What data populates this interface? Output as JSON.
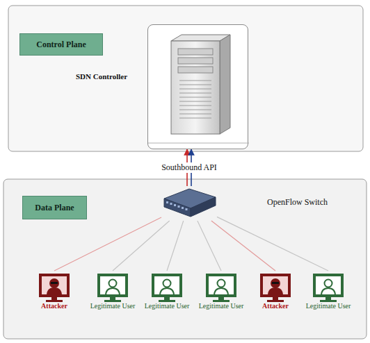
{
  "diagram": {
    "nodes": [
      {
        "text": [
          "Control Plane"
        ]
      },
      {
        "text": [
          "SDN Controller"
        ]
      },
      {
        "text": [
          "Data Plane"
        ]
      },
      {
        "text": [
          "OpenFlow Switch"
        ]
      },
      {
        "text": [
          "Attacker"
        ]
      },
      {
        "text": [
          "Legitimate User"
        ]
      },
      {
        "text": [
          "Legitimate User"
        ]
      },
      {
        "text": [
          "Legitimate User"
        ]
      },
      {
        "text": [
          "Attacker"
        ]
      },
      {
        "text": [
          "Legitimate User"
        ]
      }
    ],
    "edges": [
      {
        "from": 3,
        "to": 1,
        "arrow": "to",
        "label": "Southbound API"
      },
      {
        "from": 3,
        "to": 1,
        "arrow": "to"
      },
      {
        "from": 3,
        "to": 4,
        "arrow": "none"
      },
      {
        "from": 3,
        "to": 5,
        "arrow": "none"
      },
      {
        "from": 3,
        "to": 6,
        "arrow": "none"
      },
      {
        "from": 3,
        "to": 7,
        "arrow": "none"
      },
      {
        "from": 3,
        "to": 8,
        "arrow": "none"
      },
      {
        "from": 3,
        "to": 9,
        "arrow": "none"
      }
    ]
  }
}
